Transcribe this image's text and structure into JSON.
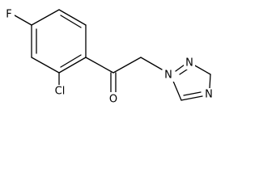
{
  "molecule": {
    "atoms": {
      "fluorine": "F",
      "chlorine": "Cl",
      "oxygen": "O",
      "nitrogen_1": "N",
      "nitrogen_2": "N",
      "nitrogen_4": "N"
    },
    "colors": {
      "bond": "#000000",
      "label": "#000000",
      "background": "#ffffff"
    }
  }
}
